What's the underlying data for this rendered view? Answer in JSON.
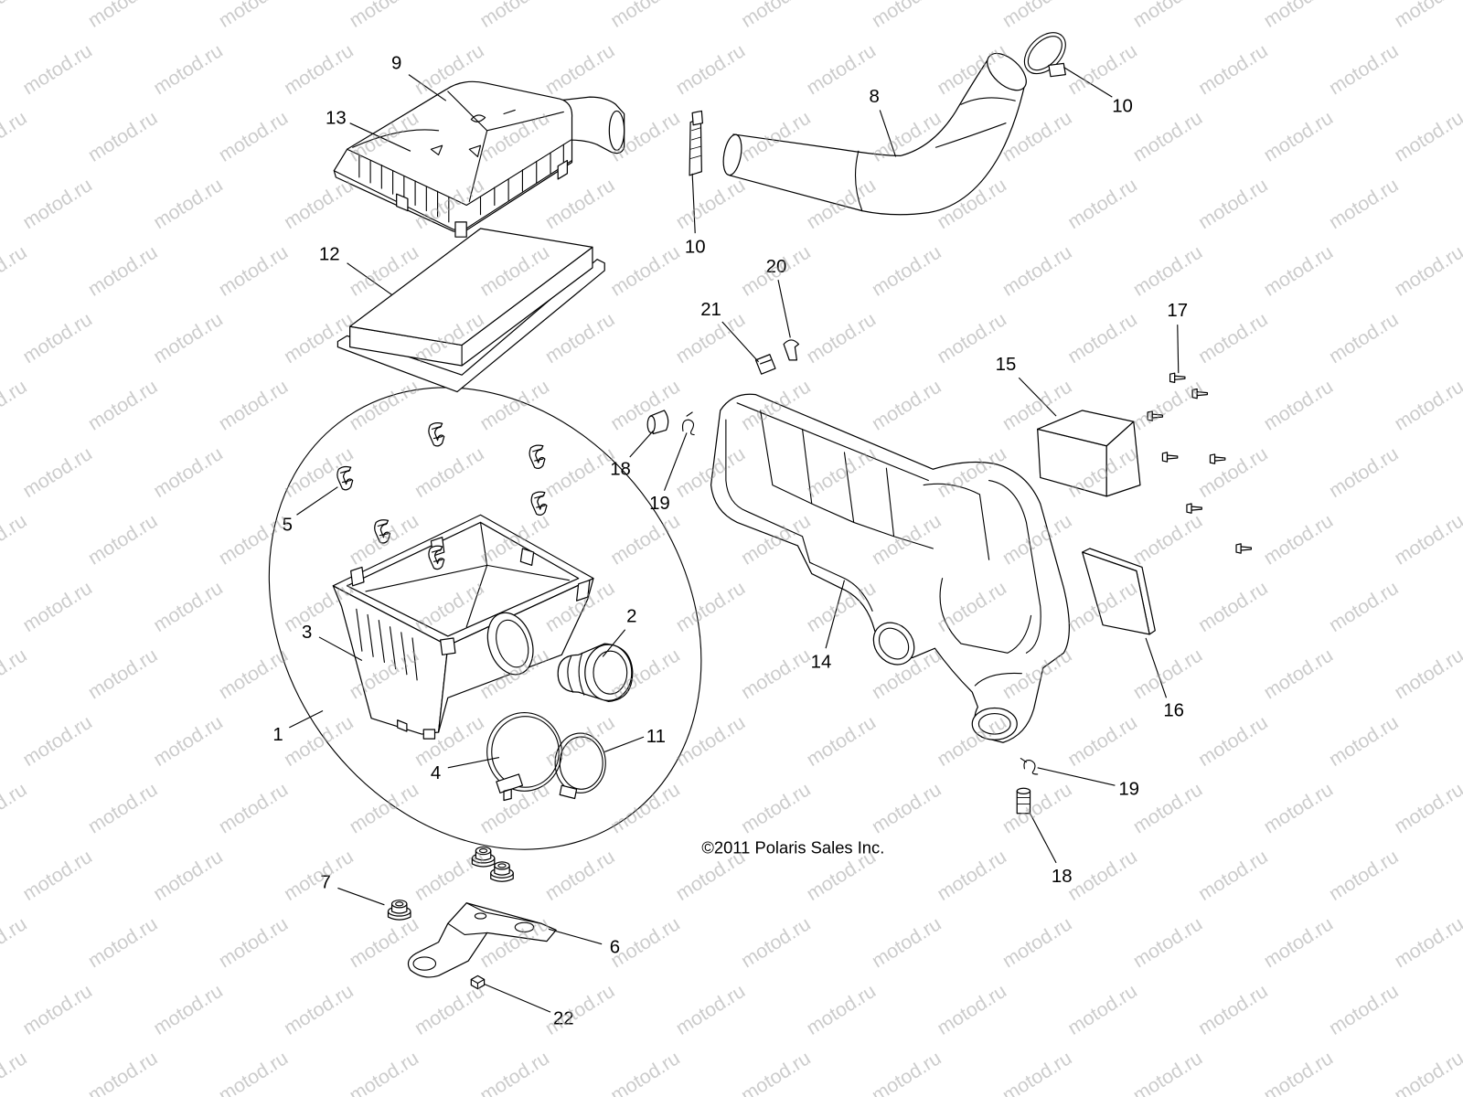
{
  "callouts": [
    "9",
    "13",
    "8",
    "10",
    "10",
    "12",
    "20",
    "21",
    "17",
    "15",
    "18",
    "19",
    "5",
    "2",
    "3",
    "14",
    "16",
    "1",
    "11",
    "4",
    "19",
    "18",
    "7",
    "6",
    "22"
  ],
  "copyright": "©2011 Polaris Sales Inc.",
  "watermark": "motod.ru",
  "colors": {
    "line": "#000000",
    "background": "#ffffff",
    "watermark": "#9a9a9a"
  }
}
